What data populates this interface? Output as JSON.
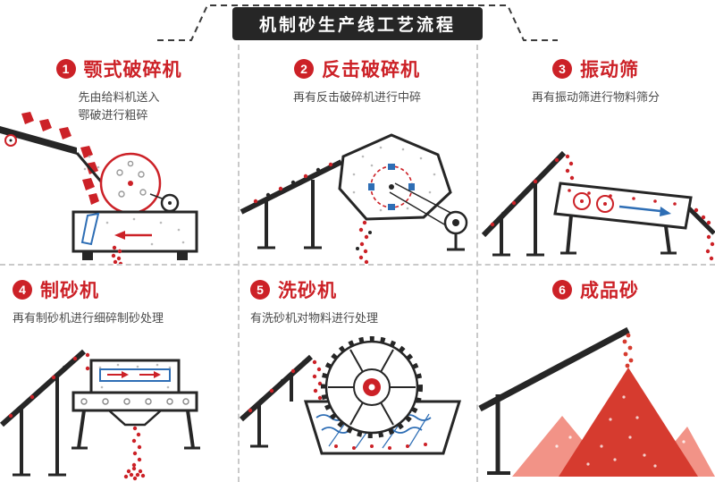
{
  "title": "机制砂生产线工艺流程",
  "steps": [
    {
      "num": "1",
      "name": "颚式破碎机",
      "desc": "先由给料机送入\n鄂破进行粗碎"
    },
    {
      "num": "2",
      "name": "反击破碎机",
      "desc": "再有反击破碎机进行中碎"
    },
    {
      "num": "3",
      "name": "振动筛",
      "desc": "再有振动筛进行物料筛分"
    },
    {
      "num": "4",
      "name": "制砂机",
      "desc": "再有制砂机进行细碎制砂处理"
    },
    {
      "num": "5",
      "name": "洗砂机",
      "desc": "有洗砂机对物料进行处理"
    },
    {
      "num": "6",
      "name": "成品砂",
      "desc": ""
    }
  ],
  "colors": {
    "accent_red": "#cc2127",
    "dark": "#262626",
    "blue": "#2e6eb5",
    "pink_sand": "#f29387",
    "red_sand": "#d63b2f",
    "divider_gray": "#c9c9c9"
  }
}
